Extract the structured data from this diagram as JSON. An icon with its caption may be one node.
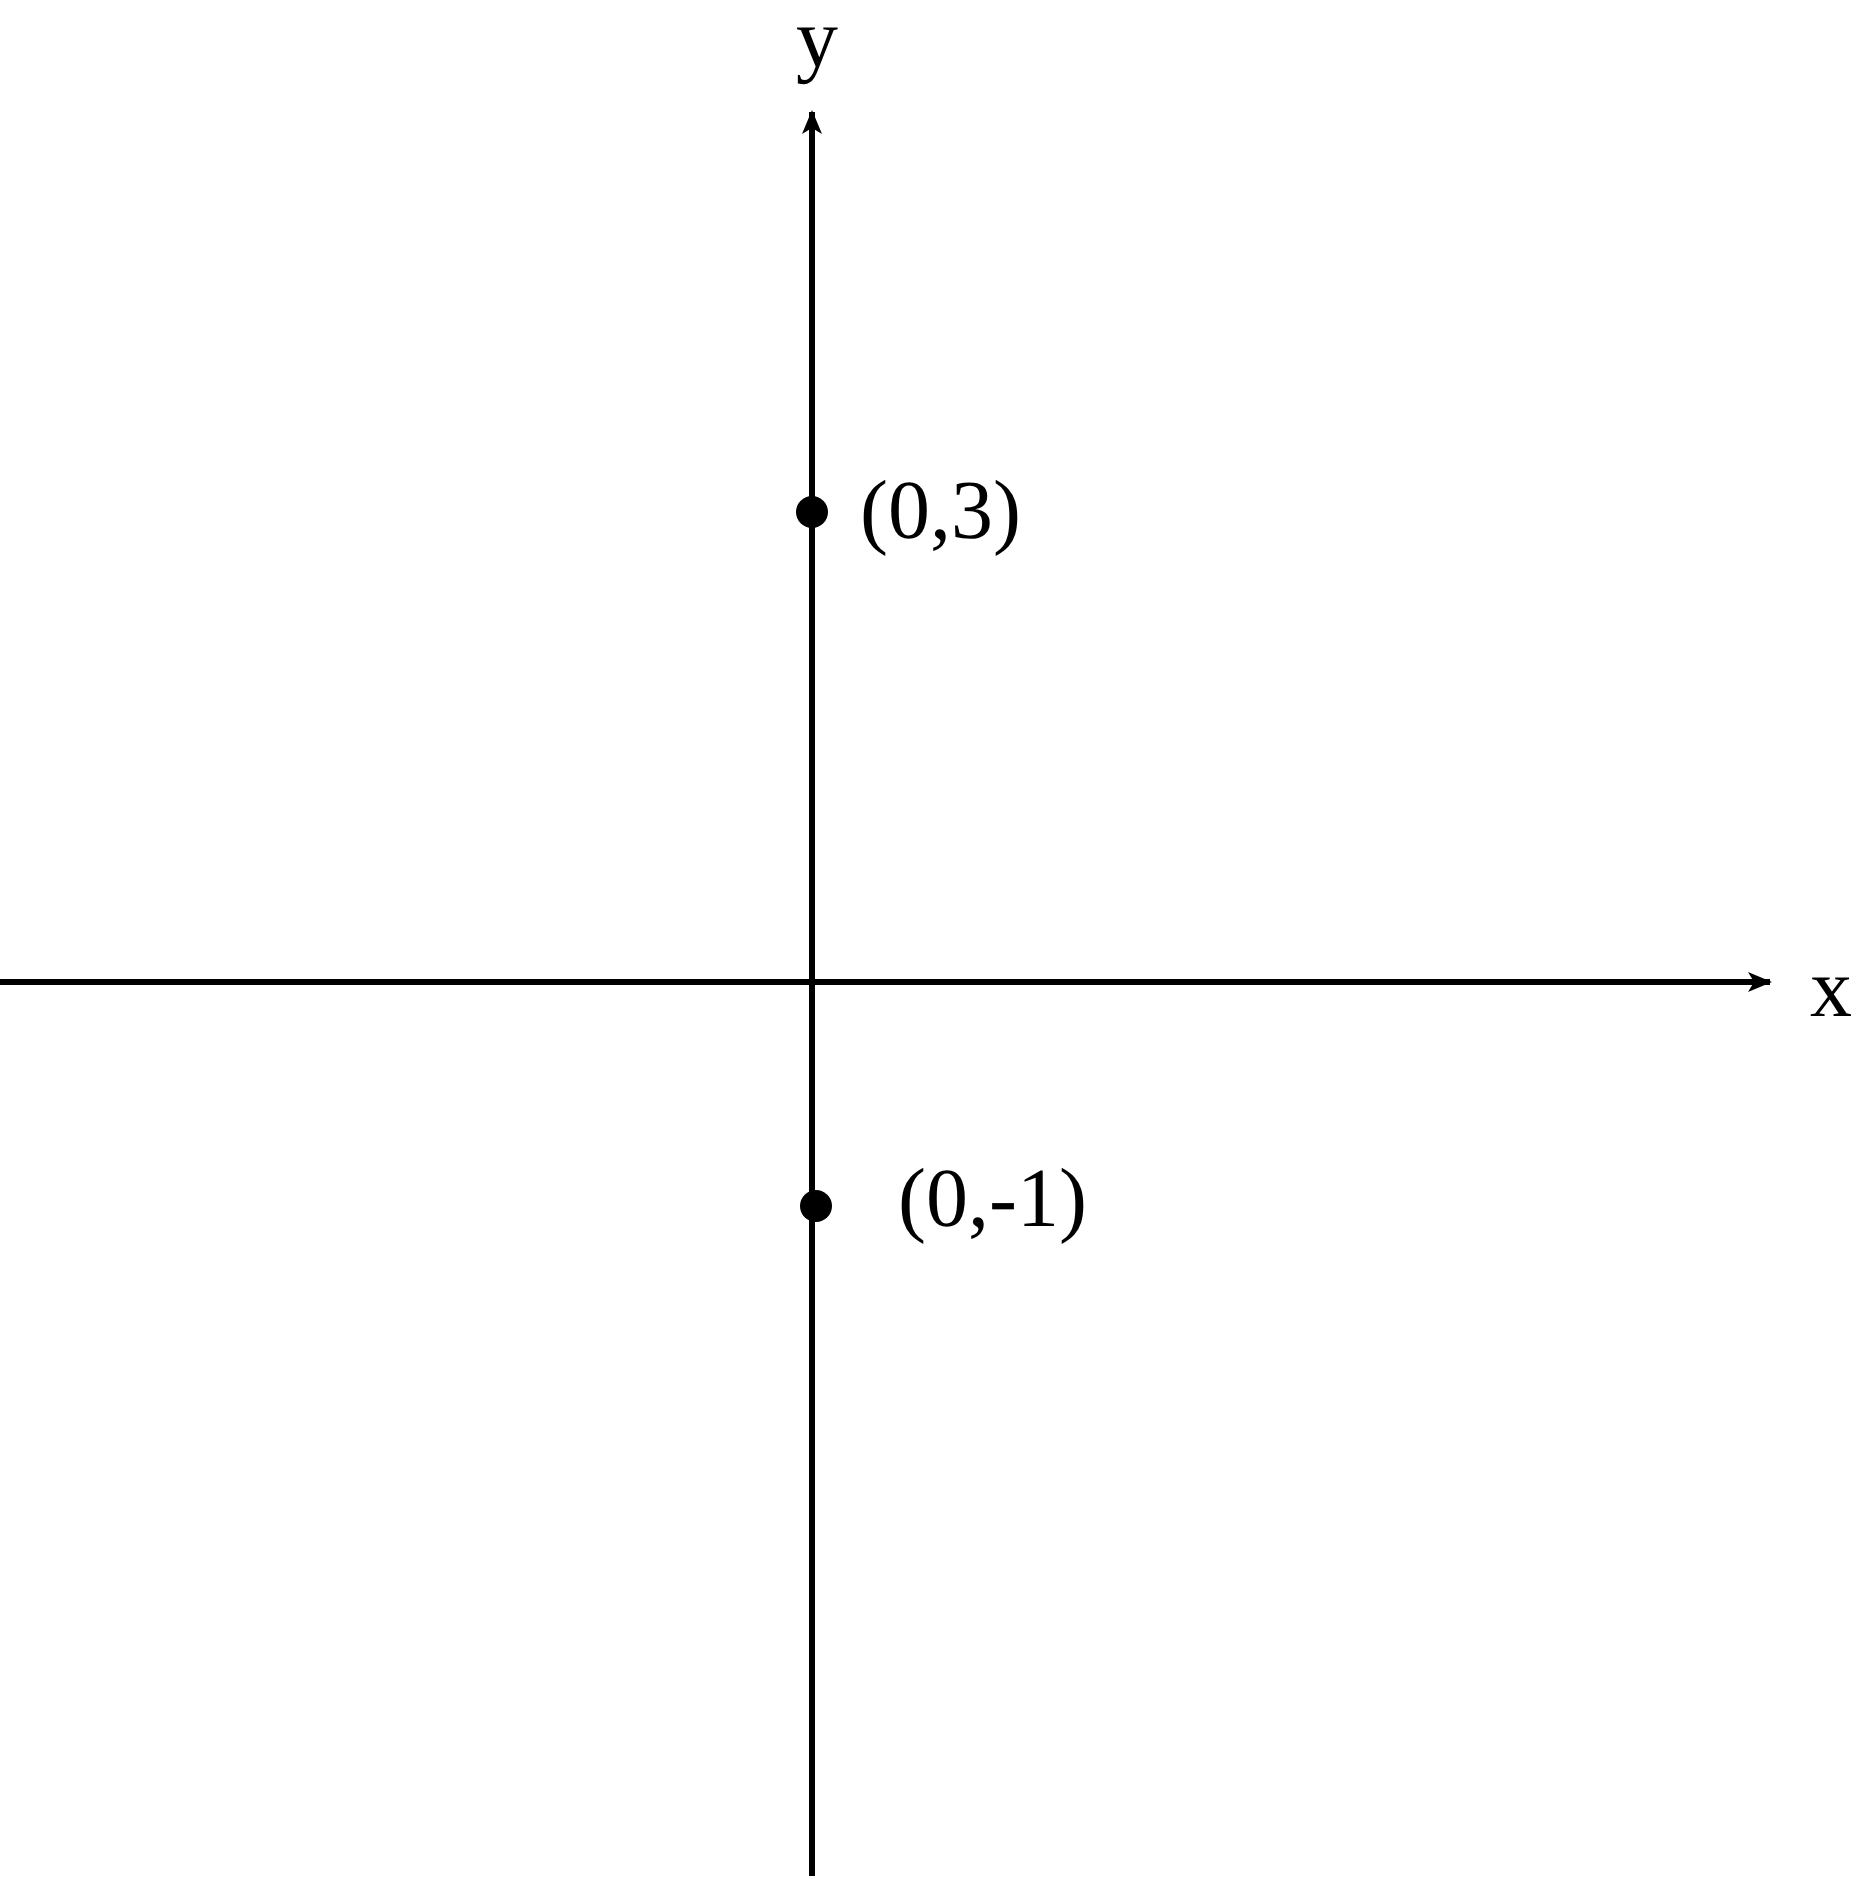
{
  "diagram": {
    "labels": [
      "y",
      "(0,3)",
      "x",
      "(0,-1)"
    ]
  }
}
